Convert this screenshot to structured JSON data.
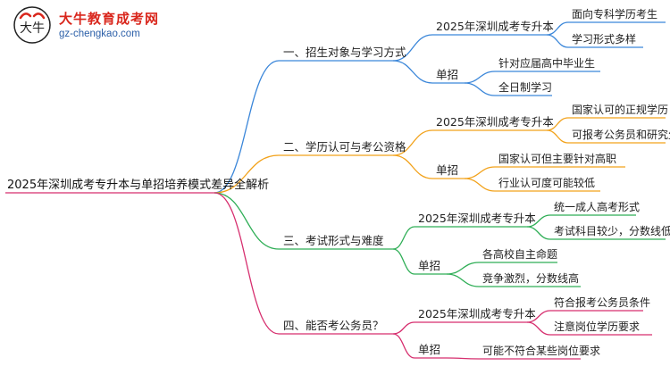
{
  "logo": {
    "title": "大牛教育成考网",
    "url": "gz-chengkao.com"
  },
  "root": "2025年深圳成考专升本与单招培养模式差异全解析",
  "colors": {
    "branch1": "#3a86d9",
    "branch2": "#f2a21b",
    "branch3": "#2fae56",
    "branch4": "#d62e6e",
    "root_line": "#d62e6e"
  },
  "branches": [
    {
      "label": "一、招生对象与学习方式",
      "children": [
        {
          "label": "2025年深圳成考专升本",
          "leaves": [
            "面向专科学历考生",
            "学习形式多样"
          ]
        },
        {
          "label": "单招",
          "leaves": [
            "针对应届高中毕业生",
            "全日制学习"
          ]
        }
      ]
    },
    {
      "label": "二、学历认可与考公资格",
      "children": [
        {
          "label": "2025年深圳成考专升本",
          "leaves": [
            "国家认可的正规学历",
            "可报考公务员和研究生"
          ]
        },
        {
          "label": "单招",
          "leaves": [
            "国家认可但主要针对高职",
            "行业认可度可能较低"
          ]
        }
      ]
    },
    {
      "label": "三、考试形式与难度",
      "children": [
        {
          "label": "2025年深圳成考专升本",
          "leaves": [
            "统一成人高考形式",
            "考试科目较少，分数线低"
          ]
        },
        {
          "label": "单招",
          "leaves": [
            "各高校自主命题",
            "竞争激烈，分数线高"
          ]
        }
      ]
    },
    {
      "label": "四、能否考公务员？",
      "children": [
        {
          "label": "2025年深圳成考专升本",
          "leaves": [
            "符合报考公务员条件",
            "注意岗位学历要求"
          ]
        },
        {
          "label": "单招",
          "leaves": [
            "可能不符合某些岗位要求"
          ]
        }
      ]
    }
  ]
}
